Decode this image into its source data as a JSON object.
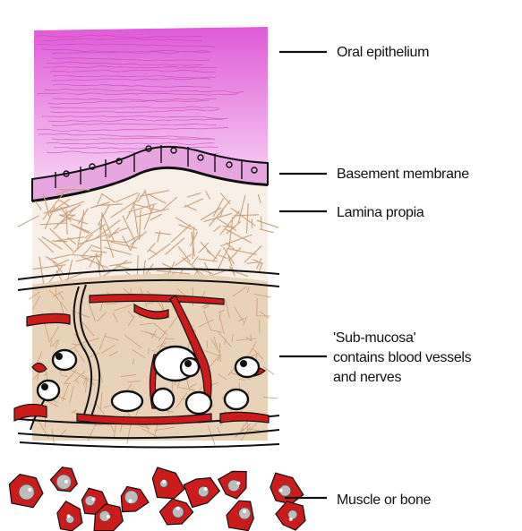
{
  "labels": {
    "oral_epithelium": "Oral epithelium",
    "basement_membrane": "Basement membrane",
    "lamina_propia": "Lamina propia",
    "submucosa_line1": "'Sub-mucosa'",
    "submucosa_line2": "contains blood vessels",
    "submucosa_line3": "and nerves",
    "muscle_or_bone": "Muscle or bone"
  },
  "colors": {
    "epithelium_top": "#e05ad6",
    "epithelium_bottom": "#f4c6ee",
    "basement_membrane": "#e8a6e0",
    "connective_tissue": "#d9b38e",
    "connective_fill": "#e8d2b8",
    "blood_vessel": "#cc1b1b",
    "bone_cell": "#bdbdbd",
    "outline": "#111111"
  }
}
